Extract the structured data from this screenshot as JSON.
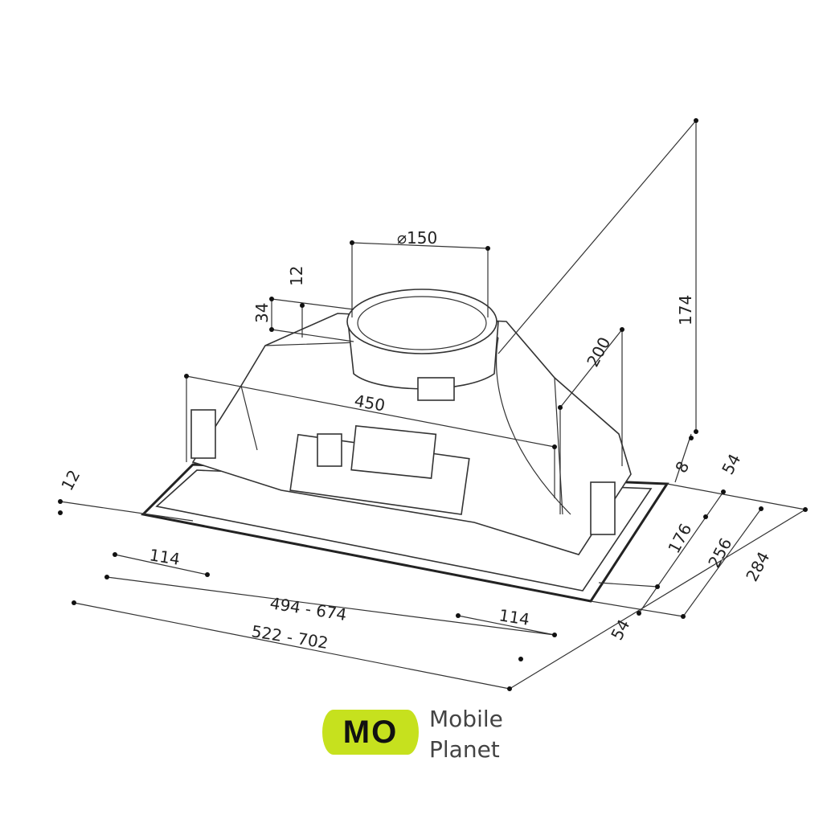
{
  "dimensions": {
    "duct_diameter": "⌀150",
    "collar_height": "12",
    "collar_offset": "34",
    "body_width": "450",
    "body_depth": "200",
    "total_height": "174",
    "flange_thickness_right": "8",
    "right_margin_top": "54",
    "right_inner_depth": "176",
    "right_depth_256": "256",
    "right_depth_284": "284",
    "right_margin_bottom": "54",
    "flange_thickness_left": "12",
    "left_offset": "114",
    "inner_width": "494 - 674",
    "outer_width": "522 - 702",
    "right_offset": "114"
  },
  "logo": {
    "mark": "MO",
    "line1": "Mobile",
    "line2": "Planet",
    "color": "#c6e11e"
  }
}
